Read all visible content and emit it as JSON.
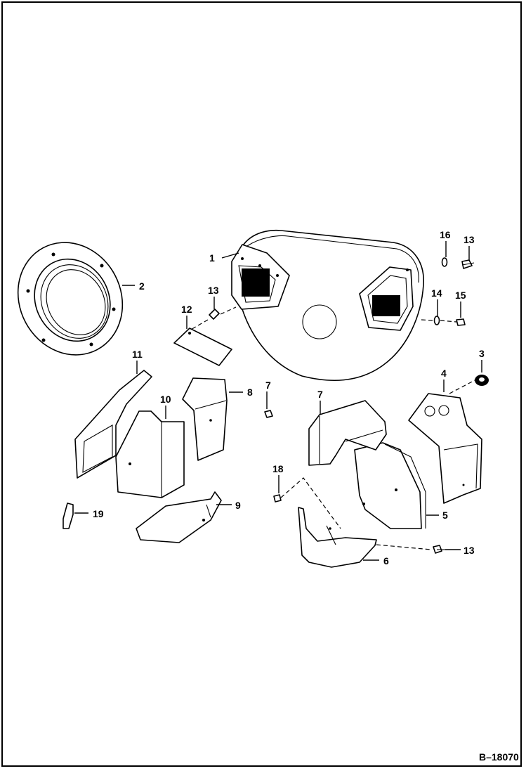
{
  "figure_id": "B–18070",
  "callouts": [
    {
      "id": "c1",
      "text": "1"
    },
    {
      "id": "c2",
      "text": "2"
    },
    {
      "id": "c3",
      "text": "3"
    },
    {
      "id": "c4",
      "text": "4"
    },
    {
      "id": "c5",
      "text": "5"
    },
    {
      "id": "c6",
      "text": "6"
    },
    {
      "id": "c7a",
      "text": "7"
    },
    {
      "id": "c7b",
      "text": "7"
    },
    {
      "id": "c8",
      "text": "8"
    },
    {
      "id": "c9",
      "text": "9"
    },
    {
      "id": "c10",
      "text": "10"
    },
    {
      "id": "c11",
      "text": "11"
    },
    {
      "id": "c12",
      "text": "12"
    },
    {
      "id": "c13a",
      "text": "13"
    },
    {
      "id": "c13b",
      "text": "13"
    },
    {
      "id": "c13c",
      "text": "13"
    },
    {
      "id": "c14",
      "text": "14"
    },
    {
      "id": "c15",
      "text": "15"
    },
    {
      "id": "c16",
      "text": "16"
    },
    {
      "id": "c18",
      "text": "18"
    },
    {
      "id": "c19",
      "text": "19"
    }
  ]
}
